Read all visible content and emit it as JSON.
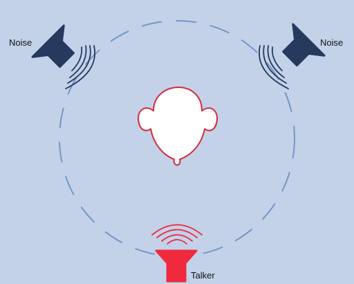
{
  "labels": {
    "noise_left": "Noise",
    "noise_right": "Noise",
    "talker": "Talker"
  },
  "colors": {
    "background": "#c3d2e9",
    "circle": "#7495c9",
    "noise_speaker": "#253a5c",
    "talker_speaker": "#ee2a3c",
    "head_fill": "#ffffff",
    "head_outline": "#d4283a"
  },
  "icons": {
    "noise_left": "speaker-icon",
    "noise_right": "speaker-icon",
    "talker": "speaker-icon",
    "listener": "head-icon"
  }
}
